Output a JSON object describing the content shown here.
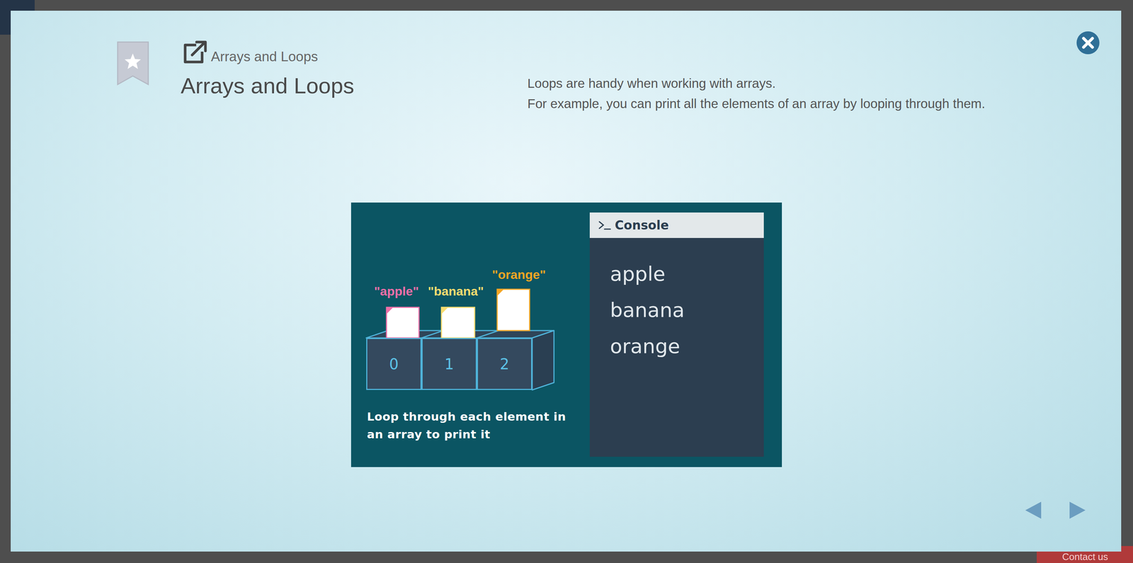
{
  "diagram": {
    "title": "Arrays and Loops",
    "nodes": [
      {
        "text": [
          "Loop through each element in an array to print it"
        ]
      },
      {
        "text": [
          "0"
        ],
        "in": 0
      },
      {
        "text": [
          "1"
        ],
        "in": 0
      },
      {
        "text": [
          "2"
        ],
        "in": 0
      },
      {
        "text": [
          "Console",
          "apple",
          "banana",
          "orange"
        ],
        "in": 0
      }
    ],
    "labels": [
      "Arrays and Loops",
      "Loops are handy when working with arrays.",
      "For example, you can print all the elements of an array by looping through them.",
      "\"apple\"",
      "\"banana\"",
      "\"orange\"",
      "Contact us"
    ]
  }
}
